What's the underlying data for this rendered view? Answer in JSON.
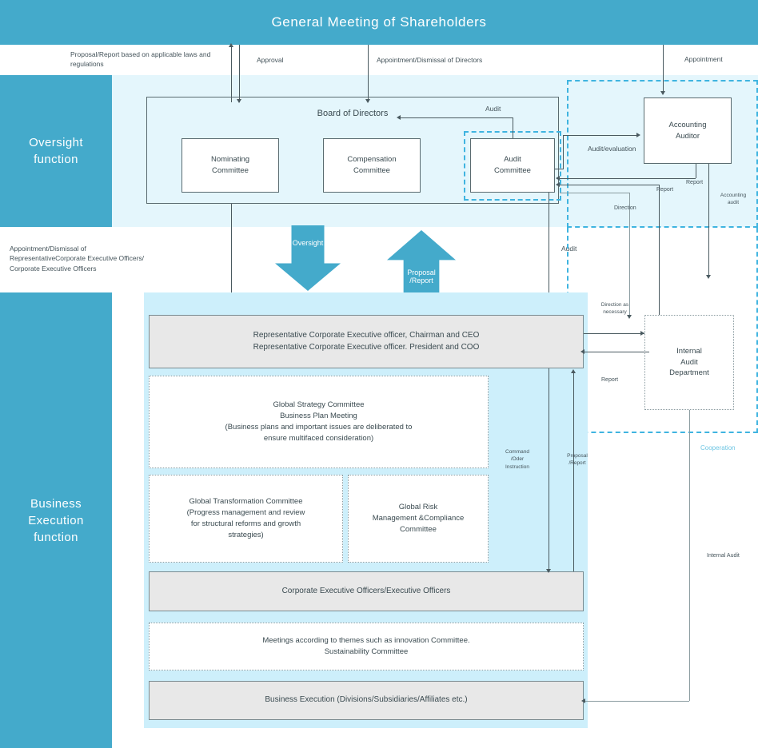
{
  "header": {
    "title": "General Meeting of Shareholders"
  },
  "sidebar": {
    "oversight": "Oversight\nfunction",
    "oversight_line1": "Oversight",
    "oversight_line2": "function",
    "business_line1": "Business",
    "business_line2": "Execution",
    "business_line3": "function"
  },
  "top_labels": {
    "proposal_report": "Proposal/Report based on applicable laws and regulations",
    "approval": "Approval",
    "appointment_dismissal_directors": "Appointment/Dismissal of Directors",
    "appointment": "Appointment"
  },
  "left_label": {
    "appointment_dismissal_officers": "Appointment/Dismissal of RepresentativeCorporate Executive Officers/ Corporate Executive Officers"
  },
  "oversight": {
    "board_of_directors": "Board of Directors",
    "nominating_committee": "Nominating\nCommittee",
    "nominating_committee_l1": "Nominating",
    "nominating_committee_l2": "Committee",
    "compensation_committee_l1": "Compensation",
    "compensation_committee_l2": "Committee",
    "audit_committee_l1": "Audit",
    "audit_committee_l2": "Committee",
    "accounting_auditor_l1": "Accounting",
    "accounting_auditor_l2": "Auditor",
    "audit_label": "Audit",
    "audit_evaluation_label": "Audit/evaluation"
  },
  "flow_labels": {
    "oversight_arrow": "Oversight",
    "proposal_arrow_l1": "Proposal",
    "proposal_arrow_l2": "/Report",
    "report_1": "Report",
    "report_2": "Report",
    "report_3": "Report",
    "direction": "Direction",
    "accounting_audit_l1": "Accounting",
    "accounting_audit_l2": "audit",
    "audit_vertical": "Audit",
    "direction_as_necessary_l1": "Direction as",
    "direction_as_necessary_l2": "necessary",
    "command_l1": "Command",
    "command_l2": "/Oder",
    "command_l3": "Instruction",
    "proposal_report_l1": "Proposal",
    "proposal_report_l2": "/Report",
    "cooperation": "Cooperation",
    "internal_audit": "Internal Audit"
  },
  "execution": {
    "ceo_line1": "Representative Corporate Executive officer, Chairman and CEO",
    "ceo_line2": "Representative Corporate Executive officer. President and COO",
    "gsc_line1": "Global Strategy Committee",
    "gsc_line2": "Business Plan Meeting",
    "gsc_line3": "(Business plans and important issues are deliberated to",
    "gsc_line4": "ensure multifaced consideration)",
    "gtc_line1": "Global Transformation Committee",
    "gtc_line2": "(Progress management and review",
    "gtc_line3": "for structural reforms and growth",
    "gtc_line4": "strategies)",
    "grmcc_line1": "Global Risk",
    "grmcc_line2": "Management &Compliance",
    "grmcc_line3": "Committee",
    "officers": "Corporate Executive Officers/Executive Officers",
    "meetings_line1": "Meetings according to themes such as innovation Committee.",
    "meetings_line2": "Sustainability Committee",
    "business_execution": "Business Execution (Divisions/Subsidiaries/Affiliates etc.)",
    "internal_audit_dept_l1": "Internal",
    "internal_audit_dept_l2": "Audit",
    "internal_audit_dept_l3": "Department"
  },
  "colors": {
    "brand_teal": "#44AACB",
    "oversight_bg": "#E4F6FC",
    "execution_bg": "#CDEFFB",
    "gray_box": "#E8E8E8",
    "dashed_blue": "#3FB4E0",
    "line_gray": "#4A5A60"
  }
}
